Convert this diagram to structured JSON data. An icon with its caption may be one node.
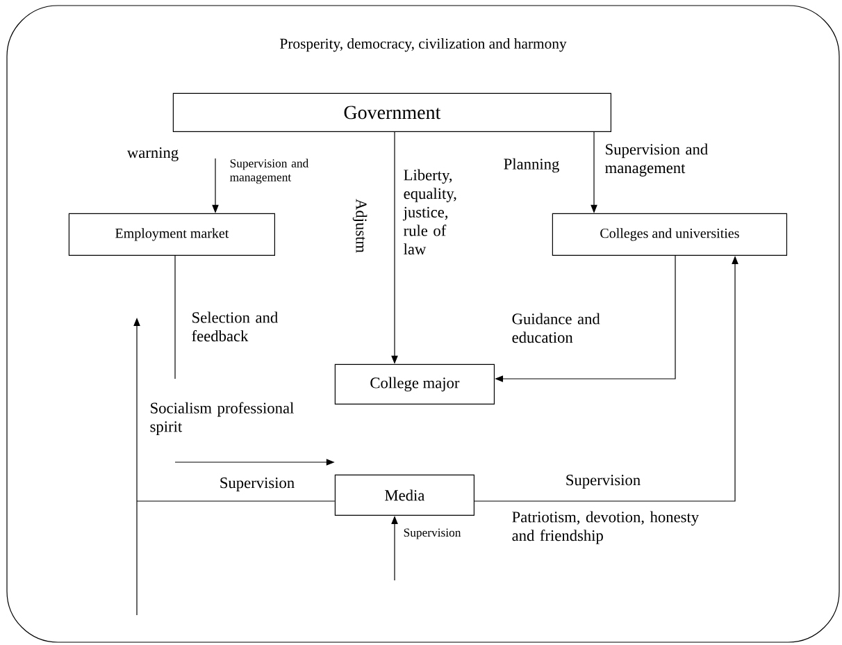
{
  "diagram": {
    "nodes": [
      {
        "text": [
          "Prosperity, democracy, civilization and harmony"
        ]
      },
      {
        "text": [
          "Government"
        ],
        "in": 0
      },
      {
        "text": [
          "Employment market"
        ],
        "in": 0
      },
      {
        "text": [
          "Colleges and universities"
        ],
        "in": 0
      },
      {
        "text": [
          "College major"
        ],
        "in": 0
      },
      {
        "text": [
          "Media"
        ],
        "in": 0
      }
    ],
    "edges": [
      {
        "from": 1,
        "to": 4,
        "arrow": "to",
        "label": "Liberty, equality, justice, rule of law"
      },
      {
        "from": 1,
        "to": 3,
        "arrow": "to",
        "label": "Supervision and management"
      },
      {
        "from": null,
        "to": 2,
        "arrow": "to",
        "label": "Supervision and management"
      },
      {
        "from": 2,
        "to": null,
        "arrow": "none",
        "label": "Selection and feedback"
      },
      {
        "from": 3,
        "to": 4,
        "arrow": "to",
        "label": "Guidance and education"
      },
      {
        "from": 5,
        "to": 3,
        "arrow": "to",
        "label": "Supervision"
      },
      {
        "from": 5,
        "to": null,
        "arrow": "to",
        "label": "Supervision"
      },
      {
        "from": null,
        "to": 5,
        "arrow": "to"
      },
      {
        "from": null,
        "to": 5,
        "arrow": "to",
        "label": "Supervision"
      }
    ],
    "labels": [
      "warning",
      "Planning",
      "Adjustm",
      "Socialism professional spirit",
      "Patriotism, devotion, honesty and friendship"
    ]
  }
}
